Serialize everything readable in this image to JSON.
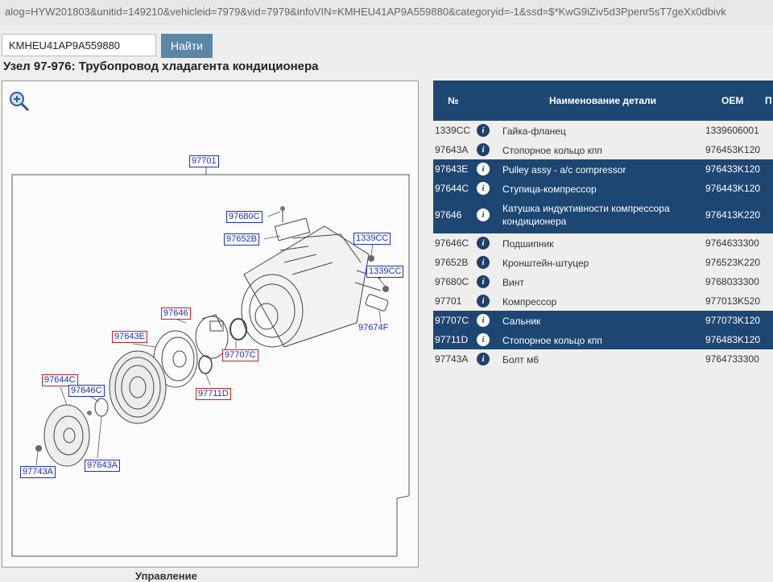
{
  "browser": {
    "url": "alog=HYW201803&unitid=149210&vehicleid=7979&vid=7979&infoVIN=KMHEU41AP9A559880&categoryid=-1&ssd=$*KwG9iZiv5d3Ppenr5sT7geXx0dbivk"
  },
  "search": {
    "vin_value": "KMHEU41AP9A559880",
    "button_label": "Найти"
  },
  "unit": {
    "title": "Узел 97-976: Трубопровод хладагента кондиционера"
  },
  "diagram": {
    "zoom_icon": "zoom-in-icon",
    "labels": {
      "l97701": "97701",
      "l97680C": "97680C",
      "l97652B": "97652B",
      "l1339CC_a": "1339CC",
      "l1339CC_b": "1339CC",
      "l97674F": "97674F",
      "l97646": "97646",
      "l97707C": "97707C",
      "l97643E": "97643E",
      "l97711D": "97711D",
      "l97644C": "97644C",
      "l97646C": "97646C",
      "l97643A": "97643A",
      "l97743A": "97743A"
    }
  },
  "table": {
    "headers": {
      "num": "№",
      "name": "Наименование детали",
      "oem": "OEM",
      "extra": "П"
    },
    "rows": [
      {
        "code": "1339CC",
        "name": "Гайка-фланец",
        "oem": "1339606001",
        "selected": false
      },
      {
        "code": "97643A",
        "name": "Стопорное кольцо кпп",
        "oem": "976453K120",
        "selected": false
      },
      {
        "code": "97643E",
        "name": "Pulley assy - a/c compressor",
        "oem": "976433K120",
        "selected": true
      },
      {
        "code": "97644C",
        "name": "Ступица-компрессор",
        "oem": "976443K120",
        "selected": true
      },
      {
        "code": "97646",
        "name": "Катушка индуктивности компрессора кондиционера",
        "oem": "976413K220",
        "selected": true
      },
      {
        "code": "97646C",
        "name": "Подшипник",
        "oem": "9764633300",
        "selected": false
      },
      {
        "code": "97652B",
        "name": "Кронштейн-штуцер",
        "oem": "976523K220",
        "selected": false
      },
      {
        "code": "97680C",
        "name": "Винт",
        "oem": "9768033300",
        "selected": false
      },
      {
        "code": "97701",
        "name": "Компрессор",
        "oem": "977013K520",
        "selected": false
      },
      {
        "code": "97707C",
        "name": "Сальник",
        "oem": "977073K120",
        "selected": true
      },
      {
        "code": "97711D",
        "name": "Стопорное кольцо кпп",
        "oem": "976483K120",
        "selected": true
      },
      {
        "code": "97743A",
        "name": "Болт м6",
        "oem": "9764733300",
        "selected": false
      }
    ],
    "info_icon": "info-icon"
  },
  "footer": {
    "partial_text": "Управление"
  },
  "colors": {
    "header_bg": "#1e4673",
    "button_bg": "#5b86a6",
    "selected_row": "#1e4673"
  }
}
